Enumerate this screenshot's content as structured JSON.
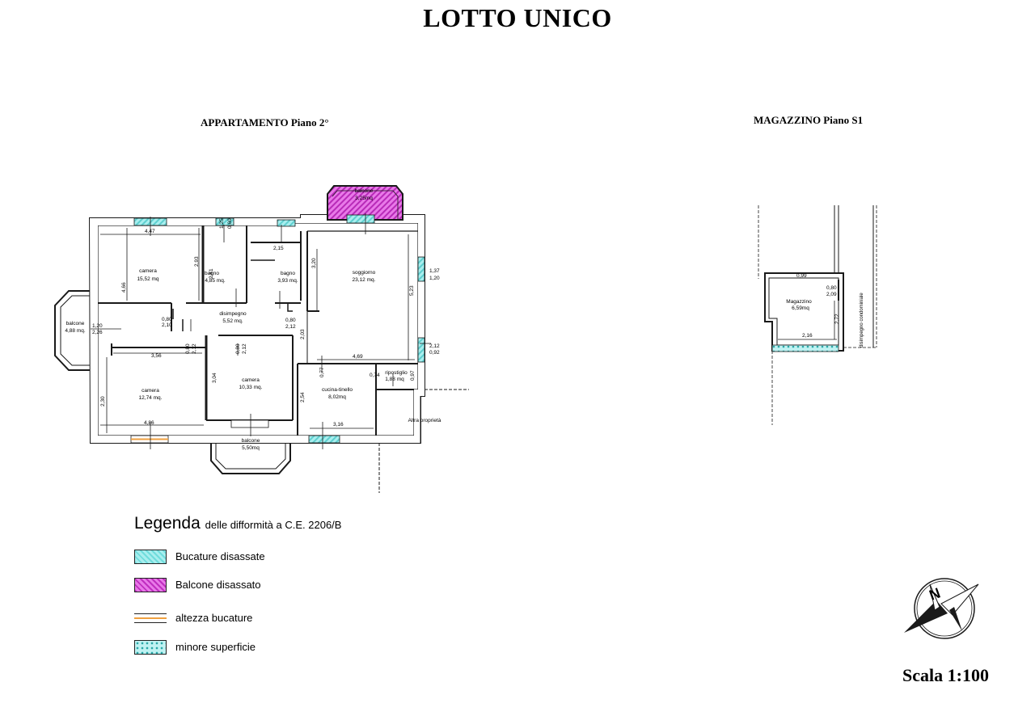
{
  "title": "LOTTO UNICO",
  "apartment_title": "APPARTAMENTO Piano 2°",
  "storage_title": "MAGAZZINO Piano S1",
  "rooms": {
    "camera1": {
      "name": "camera",
      "area": "15,52 mq"
    },
    "bagno1": {
      "name": "bagno",
      "area": "4,85 mq."
    },
    "bagno2": {
      "name": "bagno",
      "area": "3,93 mq."
    },
    "soggiorno": {
      "name": "soggiorno",
      "area": "23,12 mq."
    },
    "balcone_top": {
      "name": "balcone",
      "area": "3,25mq"
    },
    "balcone_left": {
      "name": "balcone",
      "area": "4,88 mq."
    },
    "disimpegno": {
      "name": "disimpegno",
      "area": "5,52 mq."
    },
    "camera2": {
      "name": "camera",
      "area": "12,74 mq."
    },
    "camera3": {
      "name": "camera",
      "area": "10,33 mq."
    },
    "cucina": {
      "name": "cucina-tinello",
      "area": "8,02mq"
    },
    "ripostiglio": {
      "name": "ripostiglio",
      "area": "1,88 mq"
    },
    "balcone_bottom": {
      "name": "balcone",
      "area": "5,50mq"
    },
    "magazzino": {
      "name": "Magazzino",
      "area": "6,59mq"
    }
  },
  "dimensions": {
    "d_447": "4,47",
    "d_466": "4,66",
    "d_293": "2,93",
    "d_241": "2,41",
    "d_215": "2,15",
    "d_320": "3,20",
    "d_523": "5,23",
    "d_137": "1,37",
    "d_120a": "1,20",
    "d_356": "3,56",
    "d_080a": "0,80",
    "d_210a": "2,10",
    "d_080b": "0,80",
    "d_212a": "2,12",
    "d_080c": "0,80",
    "d_212b": "2,12",
    "d_080d": "0,80",
    "d_212c": "2,12",
    "d_203": "2,03",
    "d_469": "4,69",
    "d_212d": "2,12",
    "d_092": "0,92",
    "d_120b": "1,20",
    "d_226": "2,26",
    "d_230": "2,30",
    "d_486": "4,86",
    "d_304": "3,04",
    "d_254": "2,54",
    "d_316": "3,16",
    "d_077": "0,77",
    "d_074": "0,74",
    "d_097": "0,97",
    "d_125": "1,25",
    "d_060": "0,60",
    "d_272": "2,72",
    "d_216": "2,16",
    "d_080e": "0,80",
    "d_209": "2,09",
    "d_099": "0,99"
  },
  "annotations": {
    "altra": "Altra proprietà",
    "disimpegno_cond": "disimpegno condominiale"
  },
  "legend": {
    "heading": "Legenda",
    "subheading": "delle difformità a C.E. 2206/B",
    "items": [
      {
        "key": "cyan",
        "label": "Bucature disassate"
      },
      {
        "key": "magenta",
        "label": "Balcone disassato"
      },
      {
        "key": "orange",
        "label": "altezza bucature"
      },
      {
        "key": "grid",
        "label": "minore superficie"
      }
    ]
  },
  "scale": "Scala 1:100",
  "colors": {
    "wall": "#1a1a1a",
    "cyan": "#6fdcdc",
    "magenta": "#d24bd2",
    "orange": "#f0a040"
  }
}
